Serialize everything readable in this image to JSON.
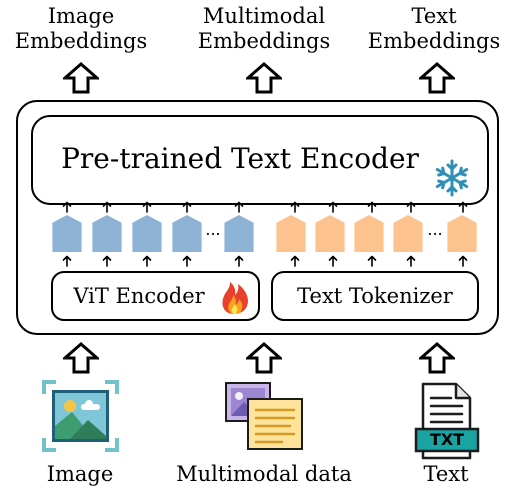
{
  "outputs": {
    "image_embeddings": [
      "Image",
      "Embeddings"
    ],
    "multimodal_embeddings": [
      "Multimodal",
      "Embeddings"
    ],
    "text_embeddings": [
      "Text",
      "Embeddings"
    ]
  },
  "encoder": {
    "label": "Pre-trained Text Encoder",
    "status_icon": "snowflake-icon"
  },
  "vit": {
    "label": "ViT Encoder",
    "status_icon": "fire-icon",
    "token_color": "#8fb3d4",
    "ellipsis": "..."
  },
  "tokenizer": {
    "label": "Text Tokenizer",
    "token_color": "#fcc38f",
    "ellipsis": "..."
  },
  "inputs": {
    "image": "Image",
    "multimodal": "Multimodal data",
    "text": "Text",
    "text_file_badge": "TXT"
  }
}
